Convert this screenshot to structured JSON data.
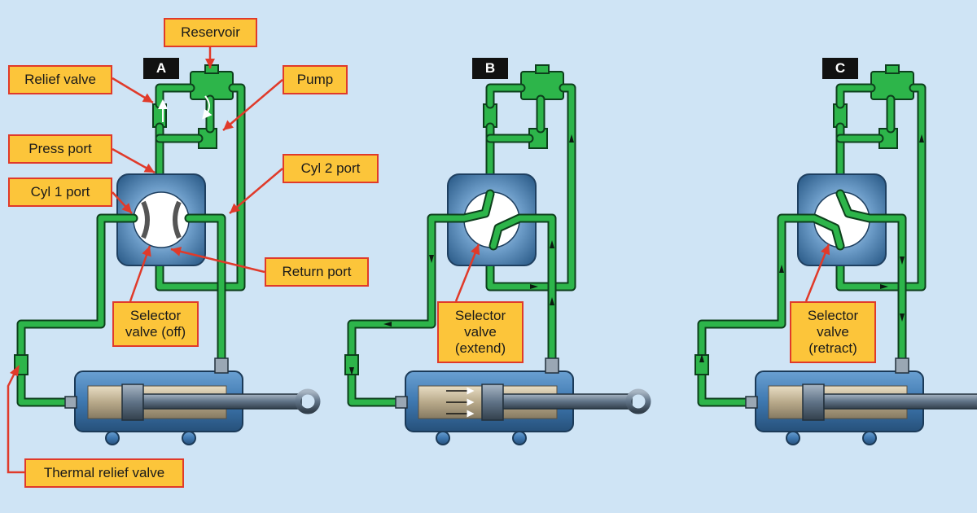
{
  "panels": [
    {
      "badge": "A",
      "state": "off"
    },
    {
      "badge": "B",
      "state": "extend"
    },
    {
      "badge": "C",
      "state": "retract"
    }
  ],
  "labels": {
    "reservoir": "Reservoir",
    "relief_valve": "Relief valve",
    "pump": "Pump",
    "press_port": "Press port",
    "cyl2_port": "Cyl 2 port",
    "cyl1_port": "Cyl 1 port",
    "return_port": "Return port",
    "selector_off": "Selector valve (off)",
    "selector_extend": "Selector valve (extend)",
    "selector_retract": "Selector valve (retract)",
    "thermal_relief_valve": "Thermal relief valve"
  },
  "colors": {
    "background": "#cfe4f5",
    "fluid_line": "#2db54a",
    "fluid_outline": "#0d3f1c",
    "label_fill": "#fcc53a",
    "label_border": "#e03a2a",
    "pointer": "#e03a2a",
    "valve_body": "#2f5f8c",
    "cylinder_body": "#3e78b0",
    "piston_rod": "#5f7286"
  }
}
